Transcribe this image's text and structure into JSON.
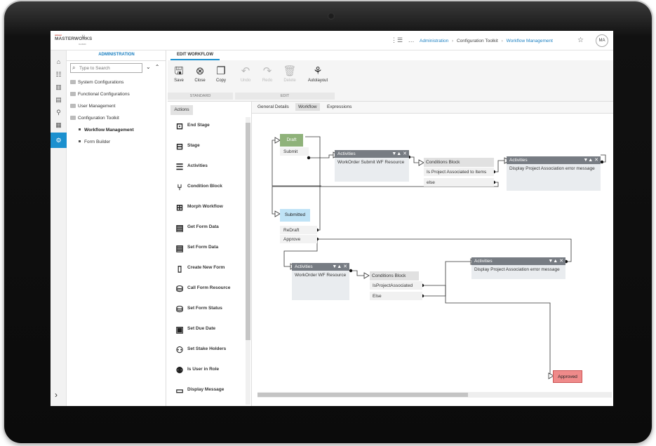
{
  "header": {
    "logo_line1": "amtepr",
    "logo_line2": "MASTERWORKS",
    "logo_line3": "CLOUD",
    "breadcrumb": [
      "Administration",
      "Configuration Toolkit",
      "Workflow Management"
    ],
    "avatar_initials": "MA"
  },
  "sidebar": {
    "title": "ADMINISTRATION",
    "search_placeholder": "Type to Search",
    "items": [
      {
        "label": "System Configurations"
      },
      {
        "label": "Functional Configurations"
      },
      {
        "label": "User Management"
      },
      {
        "label": "Configuration Toolkit"
      }
    ],
    "children": [
      {
        "label": "Workflow Management"
      },
      {
        "label": "Form Builder"
      }
    ]
  },
  "editor": {
    "tab_label": "EDIT WORKFLOW",
    "toolbar": {
      "save": "Save",
      "close": "Close",
      "copy": "Copy",
      "undo": "Undo",
      "redo": "Redo",
      "delete": "Delete",
      "autolayout": "Autolayout",
      "group_standard": "STANDARD",
      "group_edit": "EDIT"
    },
    "palette_tab": "Actions",
    "palette": [
      {
        "label": "End Stage",
        "icon": "end-stage-icon"
      },
      {
        "label": "Stage",
        "icon": "stage-icon"
      },
      {
        "label": "Activities",
        "icon": "activities-icon"
      },
      {
        "label": "Condition Block",
        "icon": "condition-block-icon"
      },
      {
        "label": "Morph Workflow",
        "icon": "morph-workflow-icon"
      },
      {
        "label": "Get Form Data",
        "icon": "get-form-data-icon"
      },
      {
        "label": "Set Form Data",
        "icon": "set-form-data-icon"
      },
      {
        "label": "Create New Form",
        "icon": "create-new-form-icon"
      },
      {
        "label": "Call Form Resource",
        "icon": "call-form-resource-icon"
      },
      {
        "label": "Set Form Status",
        "icon": "set-form-status-icon"
      },
      {
        "label": "Set Due Date",
        "icon": "set-due-date-icon"
      },
      {
        "label": "Set Stake Holders",
        "icon": "set-stake-holders-icon"
      },
      {
        "label": "Is User in Role",
        "icon": "is-user-in-role-icon"
      },
      {
        "label": "Display Message",
        "icon": "display-message-icon"
      }
    ],
    "canvas_tabs": [
      "General Details",
      "Workflow",
      "Expressions"
    ],
    "active_canvas_tab": "Workflow"
  },
  "workflow": {
    "draft": {
      "title": "Draft",
      "rows": [
        "Submit"
      ]
    },
    "activities1": {
      "title": "Activities",
      "body": "WorkOrder Submit WF Resource"
    },
    "conditions1": {
      "title": "Conditions Block",
      "rows": [
        "Is Project Associated to Items",
        "else"
      ]
    },
    "activities2": {
      "title": "Activities",
      "body": "Display Project Association error message"
    },
    "submitted": {
      "title": "Submitted",
      "rows": [
        "ReDraft",
        "Approve"
      ]
    },
    "activities3": {
      "title": "Activities",
      "body": "WorkOrder WF Resource"
    },
    "conditions2": {
      "title": "Conditions Block",
      "rows": [
        "IsProjectAssociated",
        "Else"
      ]
    },
    "activities4": {
      "title": "Activities",
      "body": "Display Project Association error message"
    },
    "approved": {
      "title": "Approved"
    },
    "activity_controls": "▼▲",
    "colors": {
      "draft": "#8fb27a",
      "submitted": "#bfe3f6",
      "approved": "#ef8a8a",
      "activity_header": "#777c83",
      "accent": "#1b90cf"
    }
  }
}
